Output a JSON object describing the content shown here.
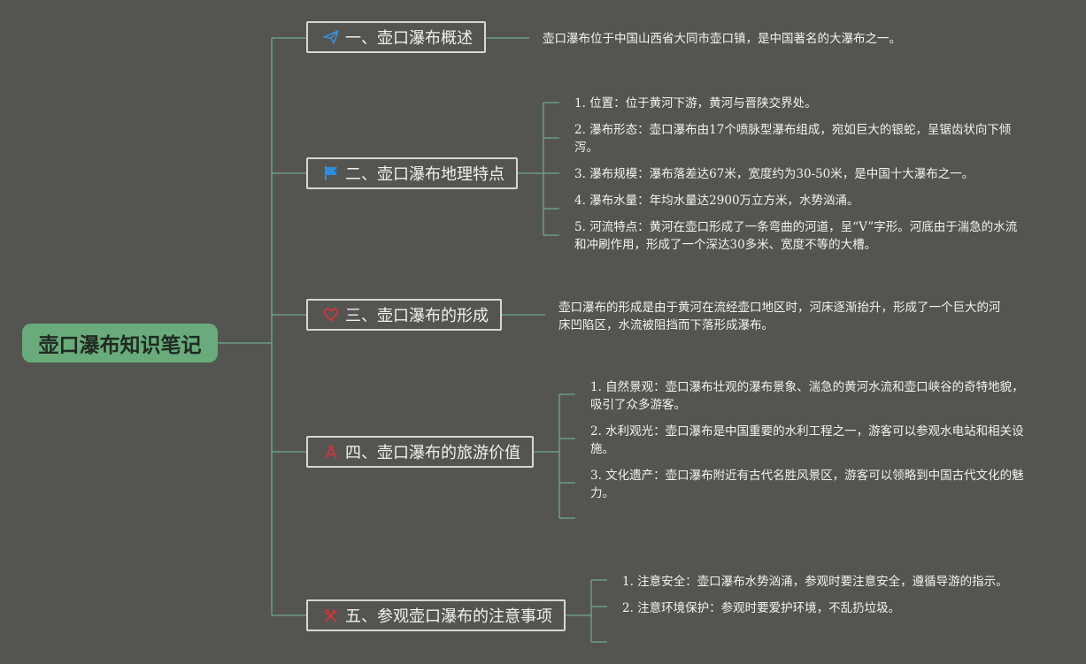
{
  "root": {
    "title": "壶口瀑布知识笔记"
  },
  "branches": [
    {
      "title": "一、壶口瀑布概述",
      "icon": "paper-plane-icon",
      "leaves": [
        "壶口瀑布位于中国山西省大同市壶口镇，是中国著名的大瀑布之一。"
      ]
    },
    {
      "title": "二、壶口瀑布地理特点",
      "icon": "flag-icon",
      "leaves": [
        "1. 位置：位于黄河下游，黄河与晋陕交界处。",
        "2. 瀑布形态：壶口瀑布由17个喷脉型瀑布组成，宛如巨大的银蛇，呈锯齿状向下倾泻。",
        "3. 瀑布规模：瀑布落差达67米，宽度约为30-50米，是中国十大瀑布之一。",
        "4. 瀑布水量：年均水量达2900万立方米，水势汹涌。",
        "5. 河流特点：黄河在壶口形成了一条弯曲的河道，呈“V”字形。河底由于湍急的水流和冲刷作用，形成了一个深达30多米、宽度不等的大槽。"
      ]
    },
    {
      "title": "三、壶口瀑布的形成",
      "icon": "heart-icon",
      "leaves": [
        "壶口瀑布的形成是由于黄河在流经壶口地区时，河床逐渐抬升，形成了一个巨大的河床凹陷区，水流被阻挡而下落形成瀑布。"
      ]
    },
    {
      "title": "四、壶口瀑布的旅游价值",
      "icon": "compass-icon",
      "leaves": [
        "1. 自然景观：壶口瀑布壮观的瀑布景象、湍急的黄河水流和壶口峡谷的奇特地貌，吸引了众多游客。",
        "2. 水利观光：壶口瀑布是中国重要的水利工程之一，游客可以参观水电站和相关设施。",
        "3. 文化遗产：壶口瀑布附近有古代名胜风景区，游客可以领略到中国古代文化的魅力。"
      ]
    },
    {
      "title": "五、参观壶口瀑布的注意事项",
      "icon": "tools-icon",
      "leaves": [
        "1. 注意安全：壶口瀑布水势汹涌，参观时要注意安全，遵循导游的指示。",
        "2. 注意环境保护：参观时要爱护环境，不乱扔垃圾。"
      ]
    }
  ]
}
